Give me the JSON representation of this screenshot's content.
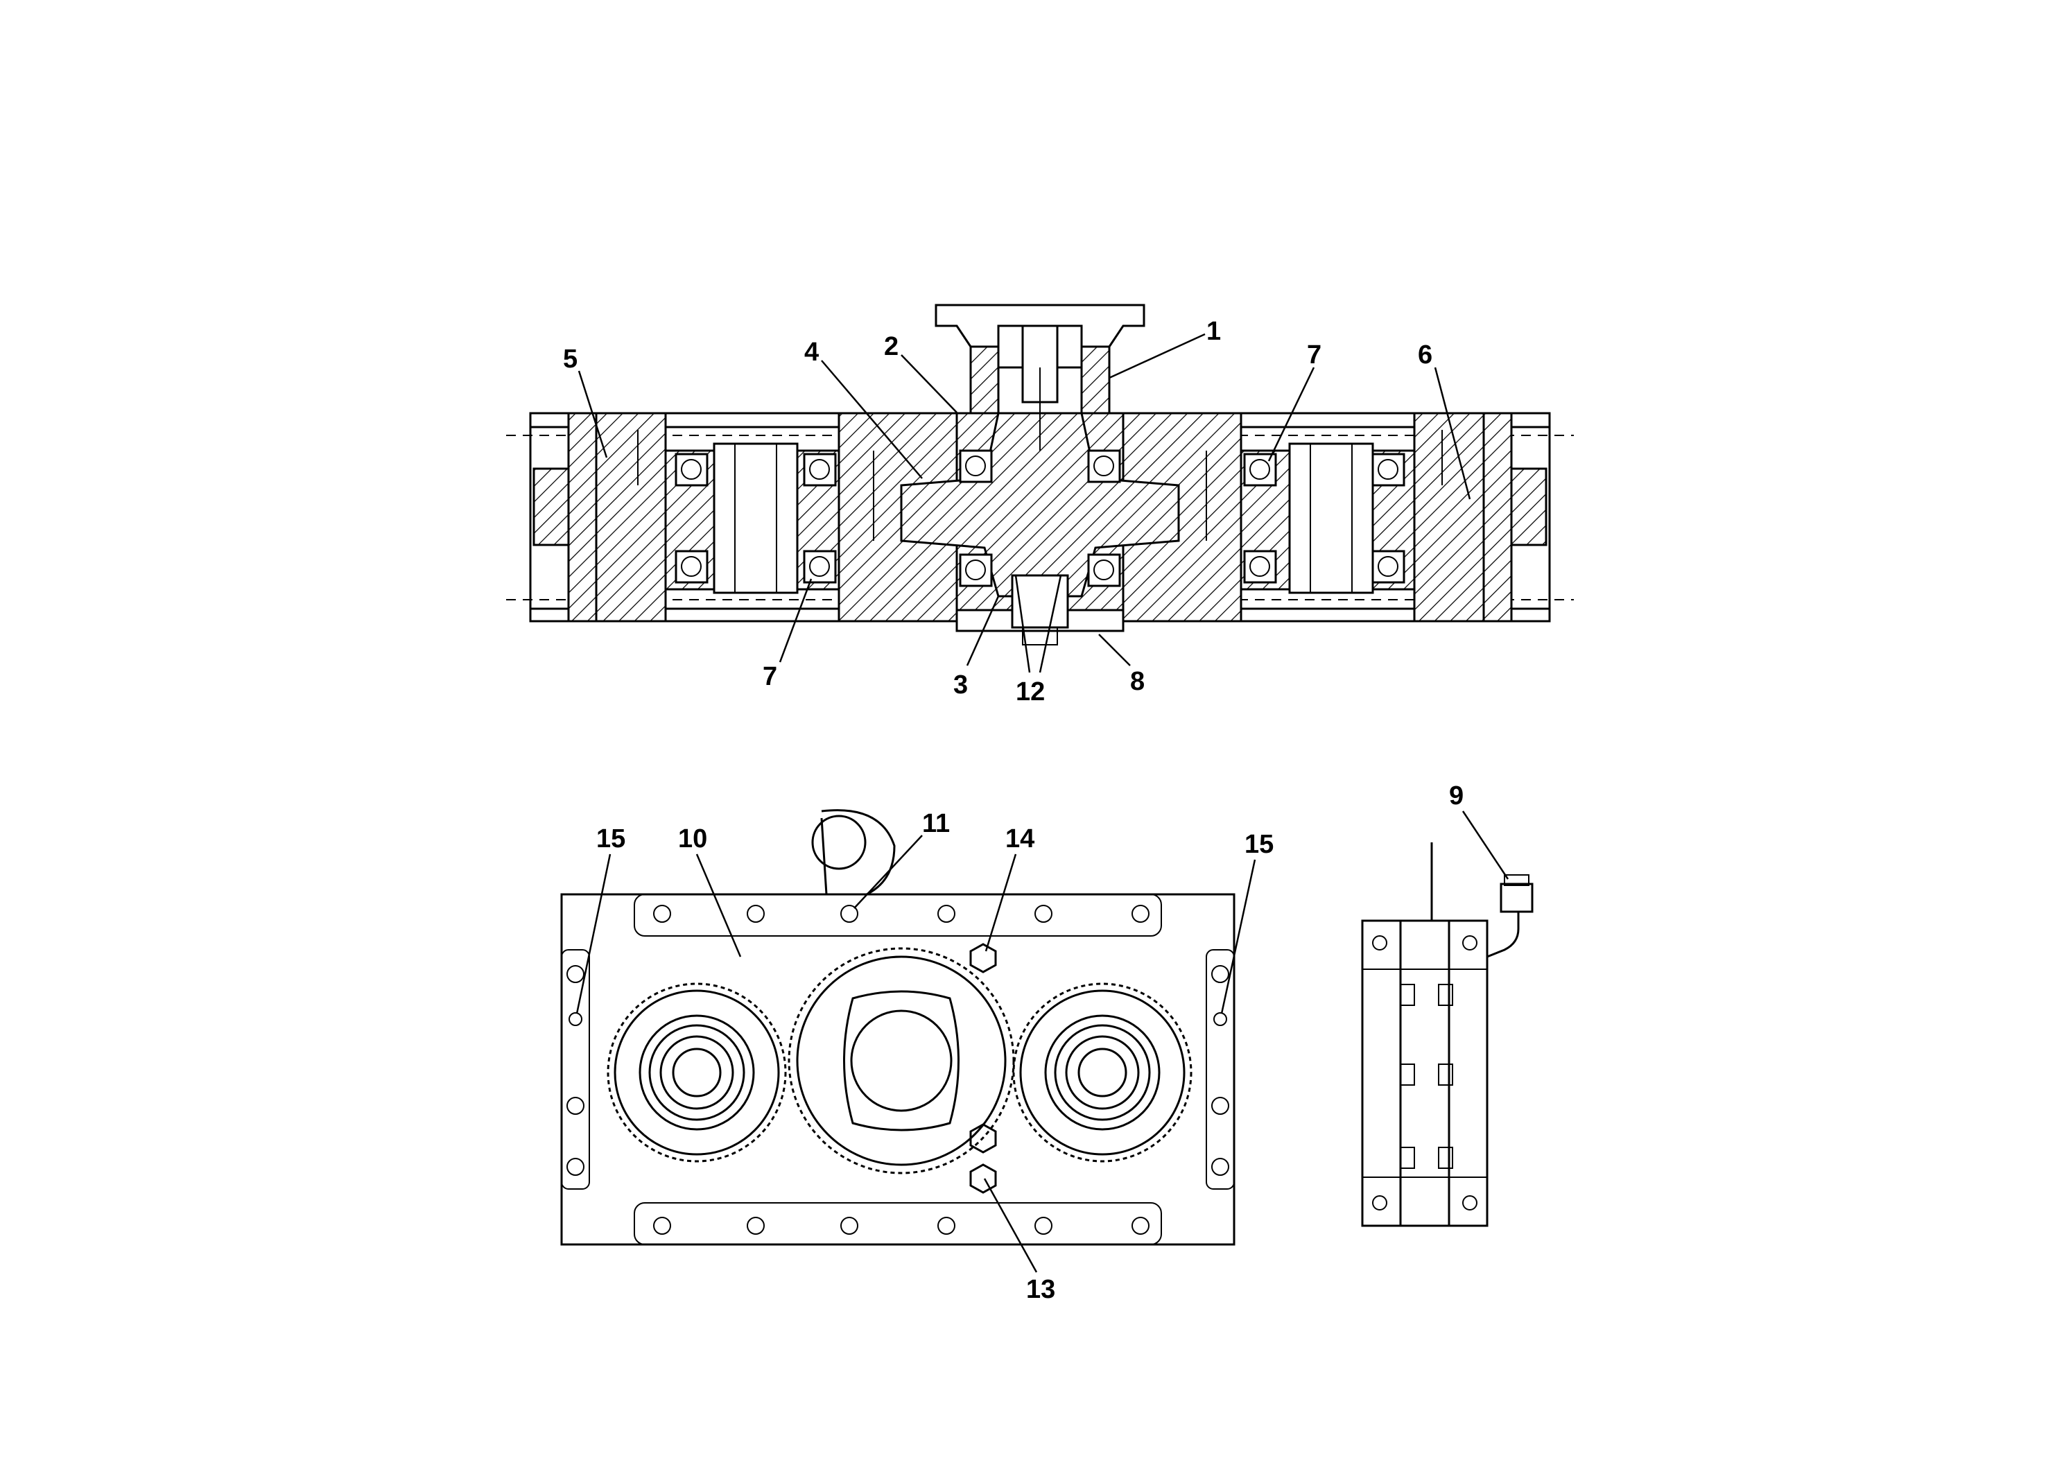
{
  "callouts": {
    "c1": "1",
    "c2": "2",
    "c3": "3",
    "c4": "4",
    "c5": "5",
    "c6": "6",
    "c7_top": "7",
    "c7_bottom": "7",
    "c8": "8",
    "c9": "9",
    "c10": "10",
    "c11": "11",
    "c12": "12",
    "c13": "13",
    "c14": "14",
    "c15_left": "15",
    "c15_right": "15"
  }
}
